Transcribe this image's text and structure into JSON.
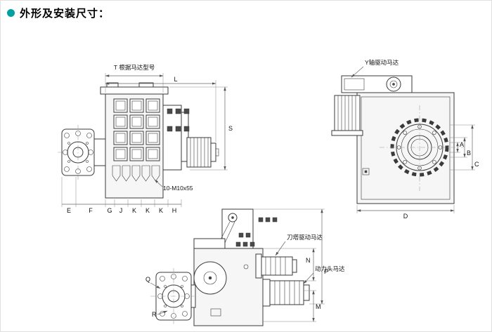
{
  "header": {
    "title": "外形及安装尺寸："
  },
  "front_view": {
    "dim_T": "T 根据马达型号",
    "dim_L": "L",
    "dim_S": "S",
    "dims_bottom": [
      "E",
      "F",
      "G",
      "J",
      "K",
      "K",
      "K",
      "H"
    ],
    "bolt_note": "10-M10x55"
  },
  "side_view": {
    "motor_label": "Y轴驱动马达",
    "dim_A": "A",
    "dim_B": "B",
    "dim_C": "C",
    "dim_D": "D"
  },
  "top_view": {
    "turret_motor_label": "刀塔驱动马达",
    "power_motor_label": "动力头马达",
    "dim_N": "N",
    "dim_P": "P",
    "dim_M": "M",
    "dim_Q": "Q",
    "dim_R": "R"
  },
  "colors": {
    "accent": "#00A0A0",
    "line": "#3a3a3a"
  }
}
